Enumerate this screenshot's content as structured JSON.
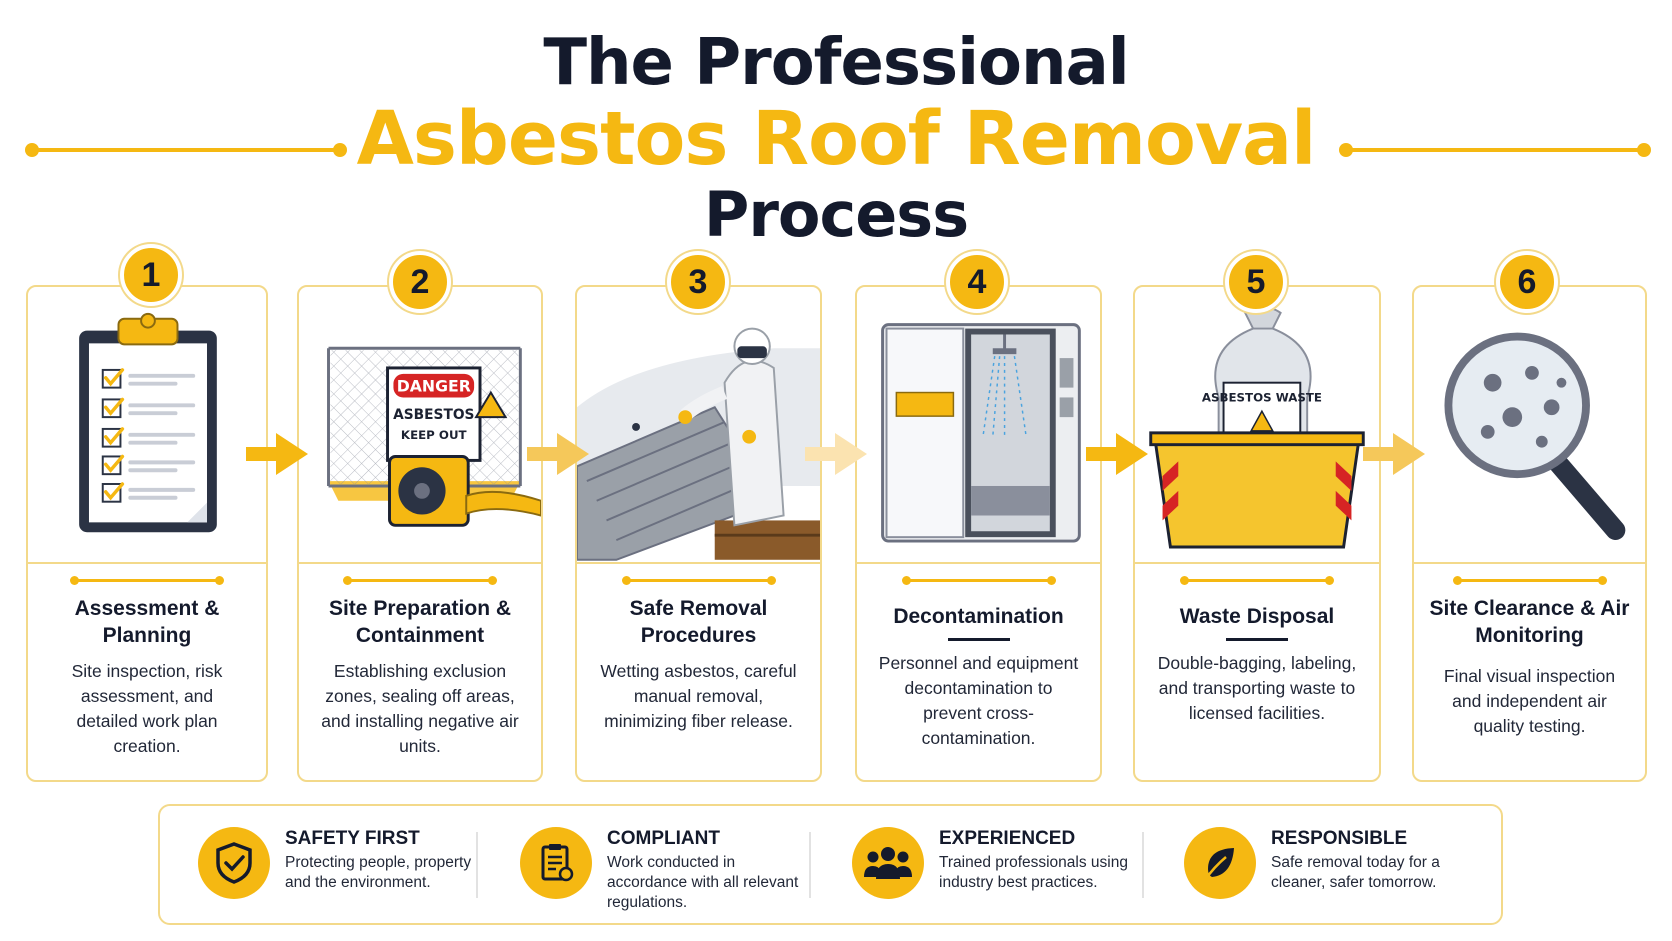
{
  "title": {
    "line1": "The Professional",
    "line2": "Asbestos Roof Removal",
    "line3": "Process"
  },
  "colors": {
    "accent": "#f5b812",
    "dark": "#141a2c",
    "border": "#f3d98a"
  },
  "steps": [
    {
      "number": "1",
      "title": "Assessment & Planning",
      "description": "Site inspection, risk assessment, and detailed work plan creation.",
      "icon": "clipboard-checklist-icon"
    },
    {
      "number": "2",
      "title": "Site Preparation & Containment",
      "description": "Establishing exclusion zones, sealing off areas, and installing negative air units.",
      "icon": "fence-danger-sign-icon",
      "sign_text_1": "DANGER",
      "sign_text_2": "ASBESTOS",
      "sign_text_3": "KEEP OUT"
    },
    {
      "number": "3",
      "title": "Safe Removal Procedures",
      "description": "Wetting asbestos, careful manual removal, minimizing fiber release.",
      "icon": "worker-removing-roof-icon"
    },
    {
      "number": "4",
      "title": "Decontamination",
      "description": "Personnel and equipment decontamination to prevent cross-contamination.",
      "icon": "decontamination-unit-icon"
    },
    {
      "number": "5",
      "title": "Waste Disposal",
      "description": "Double-bagging, labeling, and transporting waste to licensed facilities.",
      "icon": "waste-skip-bag-icon",
      "bag_label": "ASBESTOS WASTE"
    },
    {
      "number": "6",
      "title": "Site Clearance & Air Monitoring",
      "description": "Final visual inspection and independent air quality testing.",
      "icon": "magnifier-fibers-icon"
    }
  ],
  "features": [
    {
      "title": "SAFETY FIRST",
      "description": "Protecting people, property and the environment.",
      "icon": "shield-check-icon"
    },
    {
      "title": "COMPLIANT",
      "description": "Work conducted in accordance with all relevant regulations.",
      "icon": "document-seal-icon"
    },
    {
      "title": "EXPERIENCED",
      "description": "Trained professionals using industry best practices.",
      "icon": "team-icon"
    },
    {
      "title": "RESPONSIBLE",
      "description": "Safe removal today for a cleaner, safer tomorrow.",
      "icon": "leaf-icon"
    }
  ]
}
